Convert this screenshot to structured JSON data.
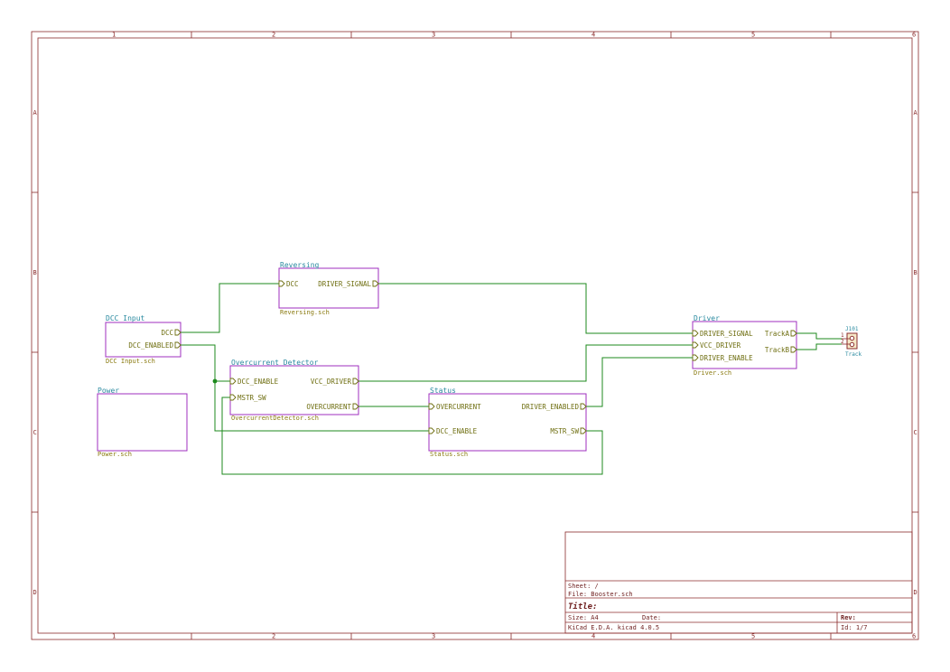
{
  "frame": {
    "columns": [
      "1",
      "2",
      "3",
      "4",
      "5",
      "6"
    ],
    "rows": [
      "A",
      "B",
      "C",
      "D"
    ]
  },
  "sheets": {
    "reversing": {
      "name": "Reversing",
      "file": "Reversing.sch",
      "pins_left": [
        "DCC"
      ],
      "pins_right": [
        "DRIVER_SIGNAL"
      ]
    },
    "dcc_input": {
      "name": "DCC Input",
      "file": "DCC Input.sch",
      "pins_right": [
        "DCC",
        "DCC_ENABLED"
      ]
    },
    "overcurrent": {
      "name": "Overcurrent Detector",
      "file": "OvercurrentDetector.sch",
      "pins_left": [
        "DCC_ENABLE",
        "MSTR_SW"
      ],
      "pins_right": [
        "VCC_DRIVER",
        "OVERCURRENT"
      ]
    },
    "power": {
      "name": "Power",
      "file": "Power.sch"
    },
    "status": {
      "name": "Status",
      "file": "Status.sch",
      "pins_left": [
        "OVERCURRENT",
        "DCC_ENABLE"
      ],
      "pins_right": [
        "DRIVER_ENABLED",
        "MSTR_SW"
      ]
    },
    "driver": {
      "name": "Driver",
      "file": "Driver.sch",
      "pins_left": [
        "DRIVER_SIGNAL",
        "VCC_DRIVER",
        "DRIVER_ENABLE"
      ],
      "pins_right": [
        "TrackA",
        "TrackB"
      ]
    }
  },
  "connector": {
    "ref": "J101",
    "value": "Track",
    "pins": [
      "1",
      "2"
    ]
  },
  "title_block": {
    "sheet": "Sheet: /",
    "file": "File: Booster.sch",
    "title": "Title:",
    "size": "Size: A4",
    "date": "Date:",
    "rev": "Rev:",
    "tool": "KiCad E.D.A.  kicad 4.0.5",
    "id": "Id: 1/7"
  },
  "colors": {
    "frame": "#8b2b2b",
    "sheet_border": "#9f2fbf",
    "wire": "#1c8a1c",
    "sheet_name": "#2a8aa0",
    "sheet_file": "#8a7a10",
    "pin_label": "#6e6e10"
  }
}
